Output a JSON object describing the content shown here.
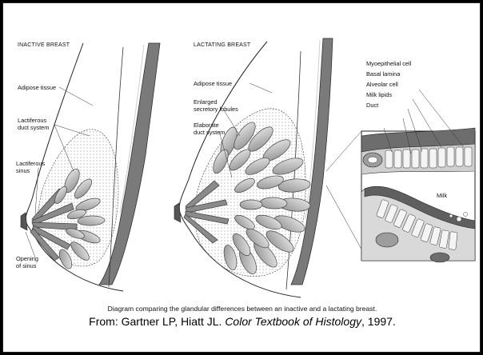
{
  "panels": {
    "inactive": {
      "title": "INACTIVE BREAST",
      "labels": {
        "adipose": "Adipose tissue",
        "lactiferous_duct": "Lactiferous\nduct system",
        "lactiferous_sinus": "Lactiferous\nsinus",
        "opening": "Opening\nof sinus"
      }
    },
    "lactating": {
      "title": "LACTATING BREAST",
      "labels": {
        "adipose": "Adipose tissue",
        "lobules": "Enlarged\nsecretory lobules",
        "ducts": "Elaborate\nduct system"
      }
    },
    "inset": {
      "labels": {
        "myoepithelial": "Myoepithelial cell",
        "basal_lamina": "Basal lamina",
        "alveolar": "Alveolar cell",
        "milk_lipids": "Milk lipids",
        "duct": "Duct",
        "milk": "Milk"
      }
    }
  },
  "caption": "Diagram comparing the glandular differences between an inactive and a lactating breast.",
  "citation": {
    "prefix": "From: Gartner LP, Hiatt JL. ",
    "title": "Color Textbook of Histology",
    "suffix": ", 1997."
  }
}
